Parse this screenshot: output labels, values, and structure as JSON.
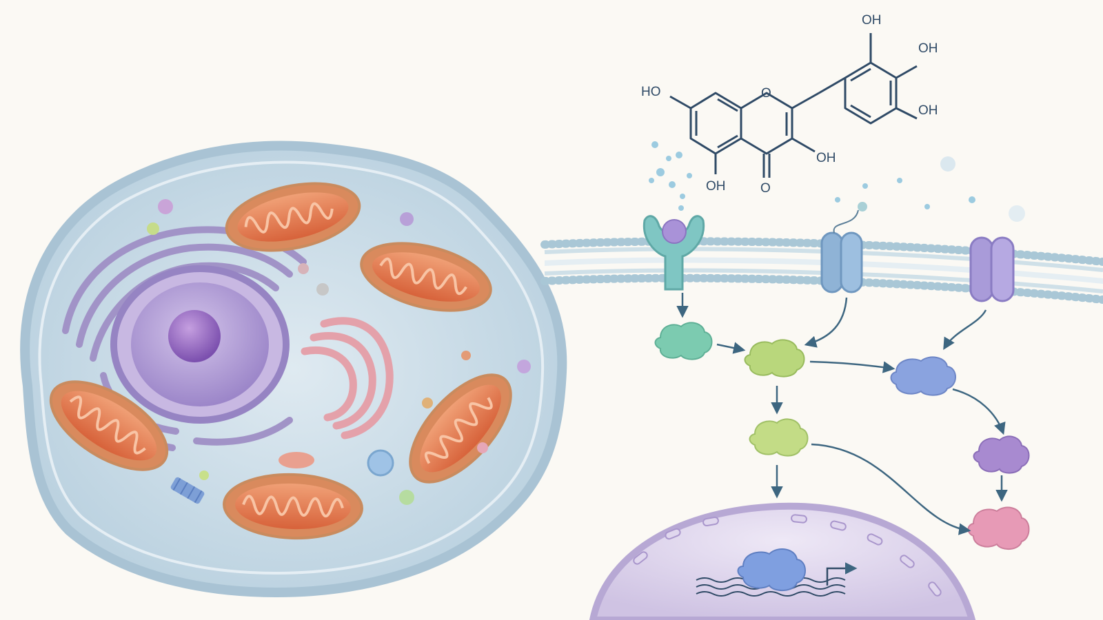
{
  "molecule": {
    "labels": {
      "ho_a_ring": "HO",
      "oh_a_ring_bottom": "OH",
      "ring_oxygen": "O",
      "carbonyl_oxygen": "O",
      "oh_c3": "OH",
      "oh_b_top": "OH",
      "oh_b_right_top": "OH",
      "oh_b_right_bottom": "OH"
    }
  },
  "colors": {
    "background": "#fbf9f4",
    "cell_membrane": "#b9cfdd",
    "cytoplasm": "#d7e6ee",
    "nucleus": "#b9a6d6",
    "nucleolus": "#8a62b5",
    "mitochondria": "#e5794e",
    "golgi": "#e8a3ab",
    "er": "#a99ccd",
    "bond_line": "#2f4a66",
    "arrow": "#3d6680",
    "receptor_teal": "#7fc6c3",
    "channel_blue": "#8fb3d6",
    "channel_purple": "#a99bd9",
    "protein_teal": "#7ccbb0",
    "protein_lime": "#b9d77c",
    "protein_blue": "#8aa3df",
    "protein_purple": "#a88ad0",
    "protein_pink": "#e79ab6"
  }
}
